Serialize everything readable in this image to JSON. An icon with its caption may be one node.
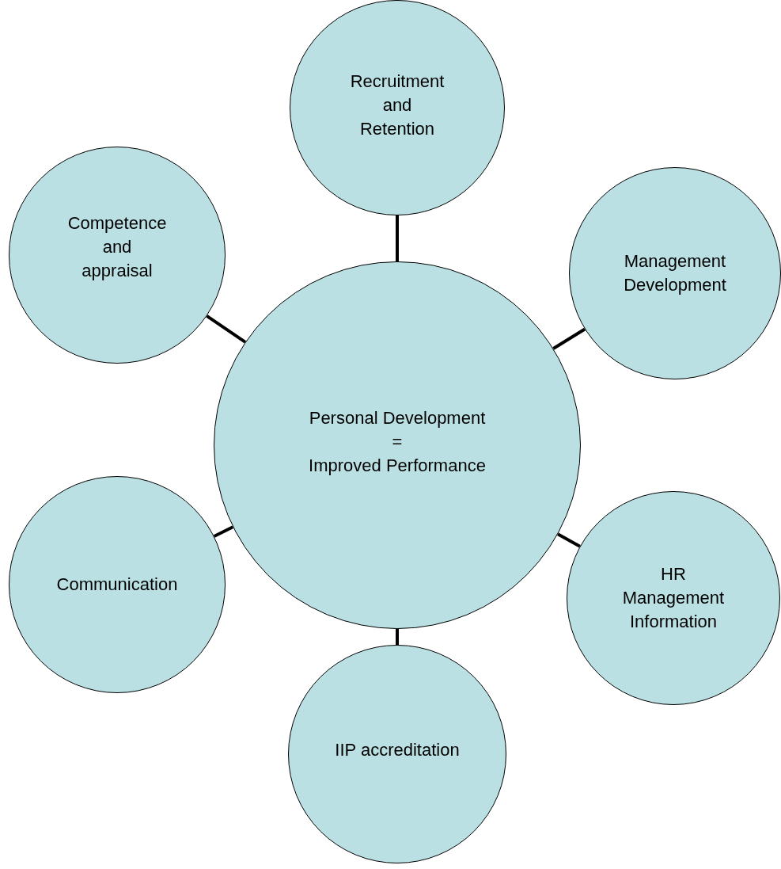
{
  "diagram": {
    "nodes": [
      {
        "text": [
          "Recruitment and Retention"
        ]
      },
      {
        "text": [
          "Competence and appraisal"
        ]
      },
      {
        "text": [
          "Management Development"
        ]
      },
      {
        "text": [
          "Personal Development",
          "=",
          "Improved Performance"
        ]
      },
      {
        "text": [
          "Communication"
        ]
      },
      {
        "text": [
          "HR Management Information"
        ]
      },
      {
        "text": [
          "IIP accreditation"
        ]
      }
    ],
    "edges": [
      {
        "from": 3,
        "to": 0,
        "arrow": "none"
      },
      {
        "from": 3,
        "to": 1,
        "arrow": "none"
      },
      {
        "from": 3,
        "to": 2,
        "arrow": "none"
      },
      {
        "from": 3,
        "to": 4,
        "arrow": "none"
      },
      {
        "from": 3,
        "to": 5,
        "arrow": "none"
      },
      {
        "from": 3,
        "to": 6,
        "arrow": "none"
      }
    ]
  }
}
